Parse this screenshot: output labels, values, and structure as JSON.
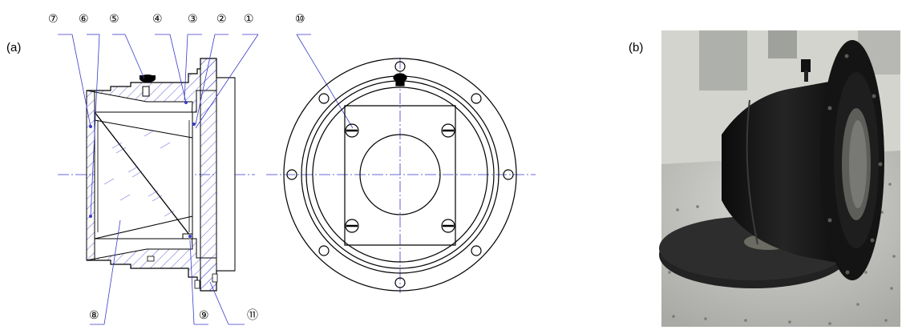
{
  "panels": {
    "a": {
      "label": "(a)"
    },
    "b": {
      "label": "(b)"
    }
  },
  "callouts": {
    "n1": "①",
    "n2": "②",
    "n3": "③",
    "n4": "④",
    "n5": "⑤",
    "n6": "⑥",
    "n7": "⑦",
    "n8": "⑧",
    "n9": "⑨",
    "n10": "⑩",
    "n11": "⑪"
  },
  "colors": {
    "line": "#000000",
    "centerline": "#3a3acc",
    "leader": "#3a3acc",
    "hatch": "#3a3acc",
    "photo_bg": "#c9cac4",
    "mount_body": "#151515"
  }
}
